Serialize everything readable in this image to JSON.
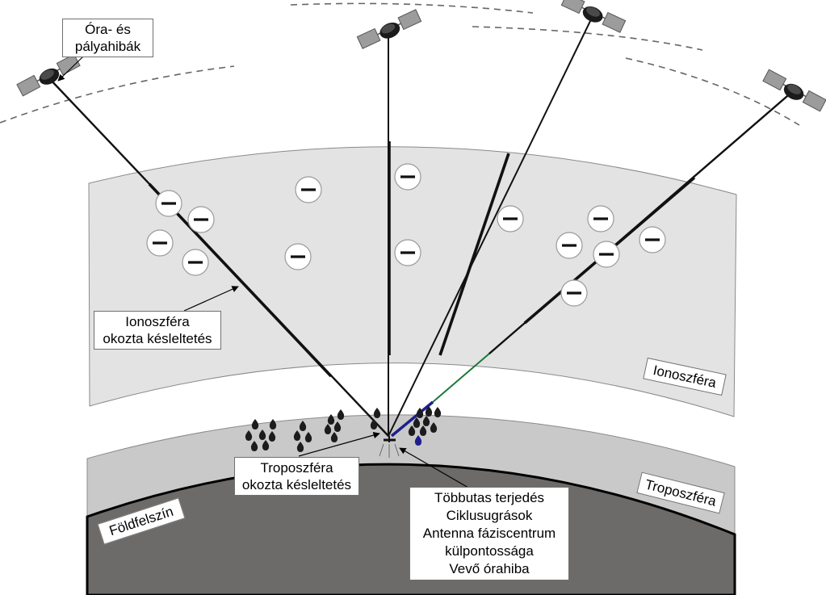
{
  "labels": {
    "clock_orbit": [
      "Óra- és",
      "pályahibák"
    ],
    "iono_delay": [
      "Ionoszféra",
      "okozta késleltetés"
    ],
    "tropo_delay": [
      "Troposzféra",
      "okozta késleltetés"
    ],
    "receiver_errors": [
      "Többutas terjedés",
      "Ciklusugrások",
      "Antenna fáziscentrum",
      "külpontossága",
      "Vevő órahiba"
    ],
    "ionosphere": "Ionoszféra",
    "troposphere": "Troposzféra",
    "earth_surface": "Földfelszín"
  },
  "colors": {
    "earth": "#6d6b69",
    "troposphere": "#c8c8c8",
    "ionosphere": "#e3e3e3",
    "signal": "#111111",
    "multipath": "#1f1f8c",
    "tropo_segment": "#1a7a3a",
    "droplet_highlight": "#1f1f8c"
  },
  "icons": {
    "satellite": "satellite-icon",
    "electron": "electron-minus-icon",
    "droplet": "water-droplet-icon",
    "antenna": "receiver-antenna-icon"
  }
}
